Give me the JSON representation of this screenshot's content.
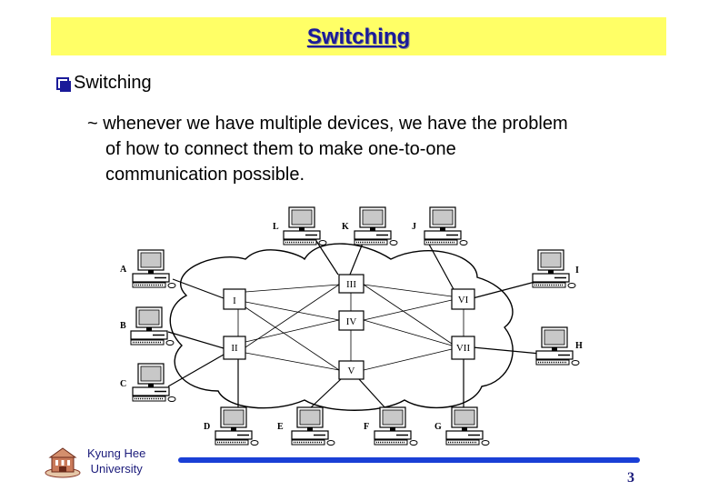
{
  "header": {
    "title": "Switching"
  },
  "bullet": {
    "label": "Switching"
  },
  "body": {
    "line1": "~ whenever we have multiple devices, we have the problem",
    "line2": "of how to connect them to make one-to-one",
    "line3": "communication possible."
  },
  "diagram": {
    "switches": [
      "I",
      "II",
      "III",
      "IV",
      "V",
      "VI",
      "VII"
    ],
    "stations": [
      "A",
      "B",
      "C",
      "D",
      "E",
      "F",
      "G",
      "H",
      "I",
      "J",
      "K",
      "L"
    ]
  },
  "footer": {
    "university_line1": "Kyung Hee",
    "university_line2": "University",
    "page_number": "3"
  },
  "colors": {
    "title_bar": "#ffff66",
    "title_text": "#1a1a99",
    "footer_line": "#1a3fd6"
  }
}
